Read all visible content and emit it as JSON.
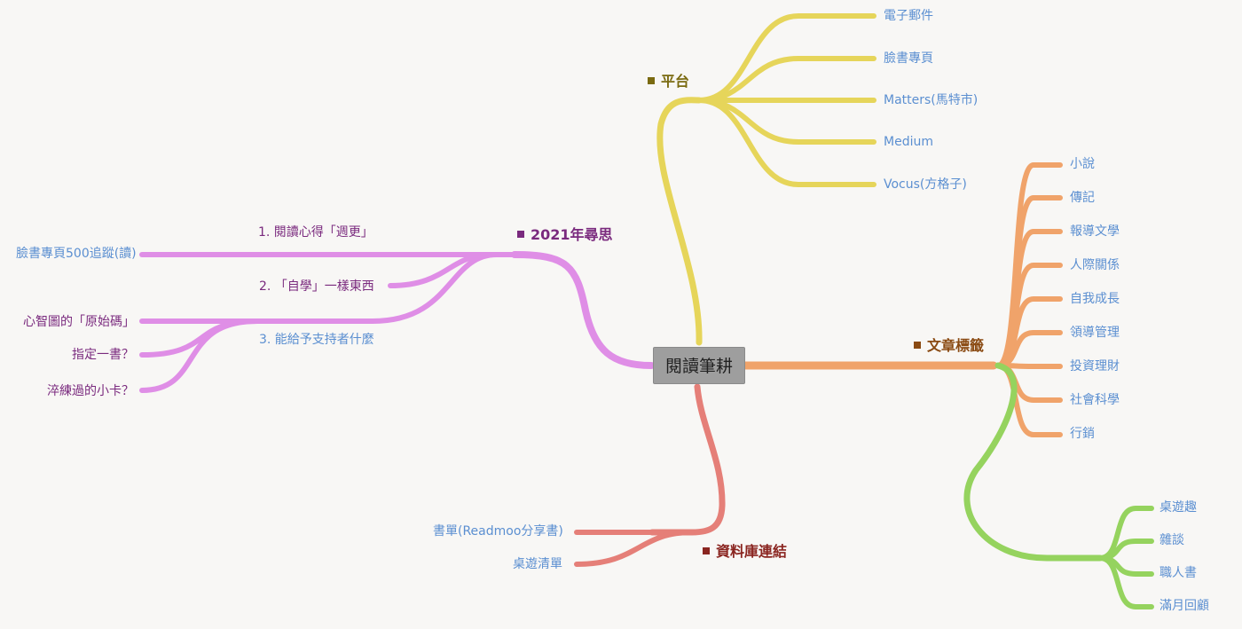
{
  "root": {
    "label": "閱讀筆耕"
  },
  "branches": {
    "platform": {
      "label": "平台",
      "color": "#e6d55a",
      "text_color": "#7a6a10",
      "children": [
        "電子郵件",
        "臉書專頁",
        "Matters(馬特市)",
        "Medium",
        "Vocus(方格子)"
      ]
    },
    "tags": {
      "label": "文章標籤",
      "color": "#f0a36a",
      "text_color": "#8a4a12",
      "children": [
        "小說",
        "傳記",
        "報導文學",
        "人際關係",
        "自我成長",
        "領導管理",
        "投資理財",
        "社會科學",
        "行銷"
      ],
      "sub": {
        "color": "#95d35e",
        "children": [
          "桌遊趣",
          "雜談",
          "職人書",
          "滿月回顧"
        ]
      }
    },
    "database": {
      "label": "資料庫連結",
      "color": "#e57f78",
      "text_color": "#8a2520",
      "children": [
        "書單(Readmoo分享書)",
        "桌遊清單"
      ]
    },
    "reflection": {
      "label": "2021年尋思",
      "color": "#df8ee6",
      "text_color": "#7a2a7e",
      "children": [
        {
          "label": "1. 閱讀心得「週更」",
          "children": [
            "臉書專頁500追蹤(讀)"
          ]
        },
        {
          "label": "2. 「自學」一樣東西",
          "children": []
        },
        {
          "label": "3. 能給予支持者什麼",
          "children": [
            "心智圖的「原始碼」",
            "指定一書？",
            "淬練過的小卡？"
          ]
        }
      ]
    }
  },
  "colors": {
    "leaf_text": "#5b8fd1",
    "root_bg": "#9e9e9e"
  }
}
